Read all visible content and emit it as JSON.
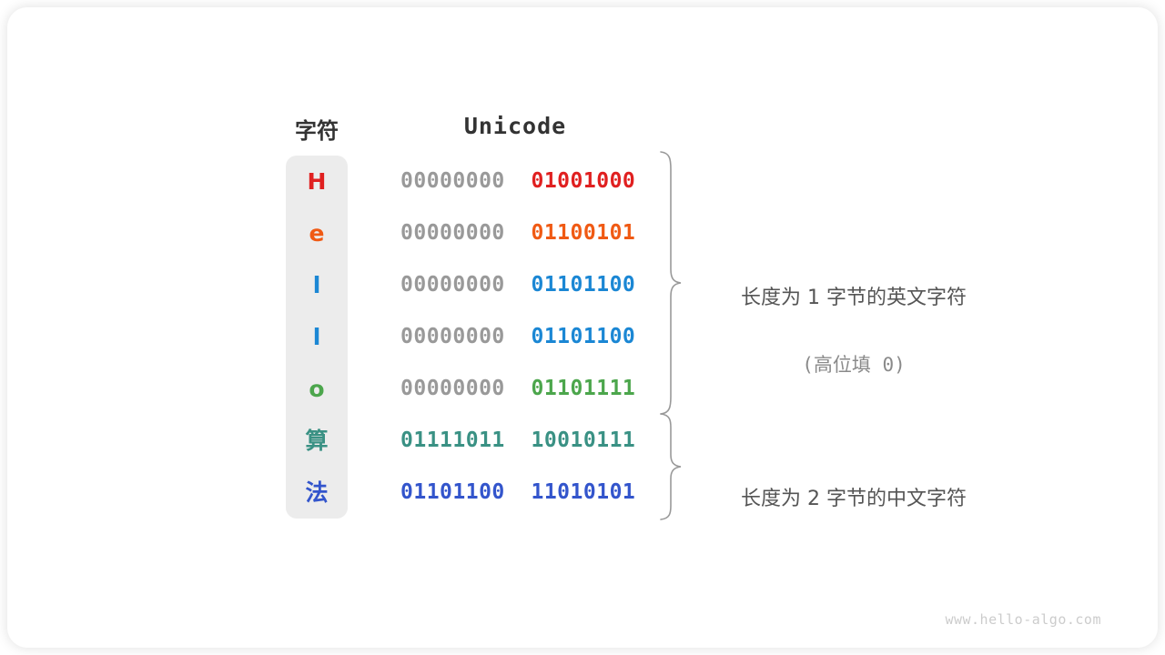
{
  "figure": {
    "title_char_column": "字符",
    "title_unicode_column": "Unicode"
  },
  "rows": [
    {
      "char": "H",
      "char_color": "#e02020",
      "high_byte": "00000000",
      "low_byte": "01001000",
      "bits_color": "#e02020"
    },
    {
      "char": "e",
      "char_color": "#f05a14",
      "high_byte": "00000000",
      "low_byte": "01100101",
      "bits_color": "#f05a14"
    },
    {
      "char": "l",
      "char_color": "#1b87d4",
      "high_byte": "00000000",
      "low_byte": "01101100",
      "bits_color": "#1b87d4"
    },
    {
      "char": "l",
      "char_color": "#1b87d4",
      "high_byte": "00000000",
      "low_byte": "01101100",
      "bits_color": "#1b87d4"
    },
    {
      "char": "o",
      "char_color": "#4ca64c",
      "high_byte": "00000000",
      "low_byte": "01101111",
      "bits_color": "#4ca64c"
    },
    {
      "char": "算",
      "char_color": "#3a9184",
      "high_byte": "01111011",
      "low_byte": "10010111",
      "bits_color": "#3a9184"
    },
    {
      "char": "法",
      "char_color": "#3355cc",
      "high_byte": "01101100",
      "low_byte": "11010101",
      "bits_color": "#3355cc"
    }
  ],
  "annotations": {
    "group_one": {
      "main": "长度为 1 字节的英文字符",
      "sub": "(高位填 0)"
    },
    "group_two": {
      "main": "长度为 2 字节的中文字符",
      "sub": ""
    }
  },
  "watermark": "www.hello-algo.com",
  "colors": {
    "pill_background": "#ececec",
    "padding_zero": "#999999",
    "brace": "#999999",
    "header_text": "#333333",
    "annotation_text": "#555555",
    "annotation_sub_text": "#8a8a8a",
    "watermark_text": "#cccccc",
    "card_background": "#ffffff"
  }
}
